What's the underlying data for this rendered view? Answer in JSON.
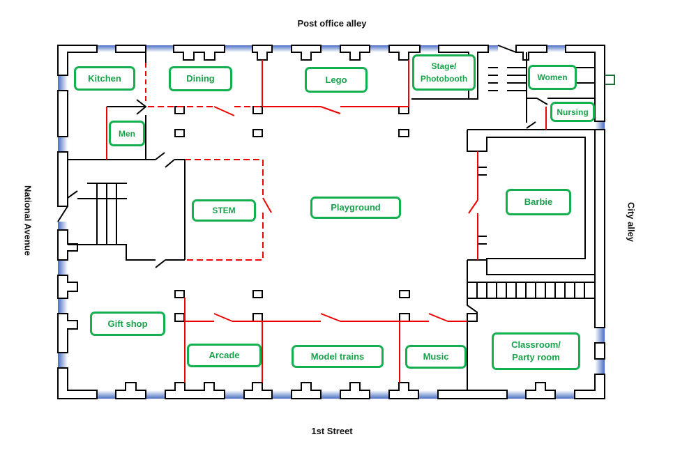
{
  "streets": {
    "north": "Post office alley",
    "south": "1st Street",
    "west": "National Avenue",
    "east": "City alley"
  },
  "rooms": {
    "kitchen": "Kitchen",
    "dining": "Dining",
    "lego": "Lego",
    "stage": "Stage/\nPhotobooth",
    "women": "Women",
    "nursing": "Nursing",
    "men": "Men",
    "stem": "STEM",
    "playground": "Playground",
    "barbie": "Barbie",
    "gift_shop": "Gift shop",
    "arcade": "Arcade",
    "model_trains": "Model trains",
    "music": "Music",
    "classroom": "Classroom/\nParty room"
  },
  "colors": {
    "wall": "#000000",
    "partition": "#ee0000",
    "label_border": "#14b050",
    "label_text": "#17a24a",
    "window": "#4a6fc4"
  }
}
